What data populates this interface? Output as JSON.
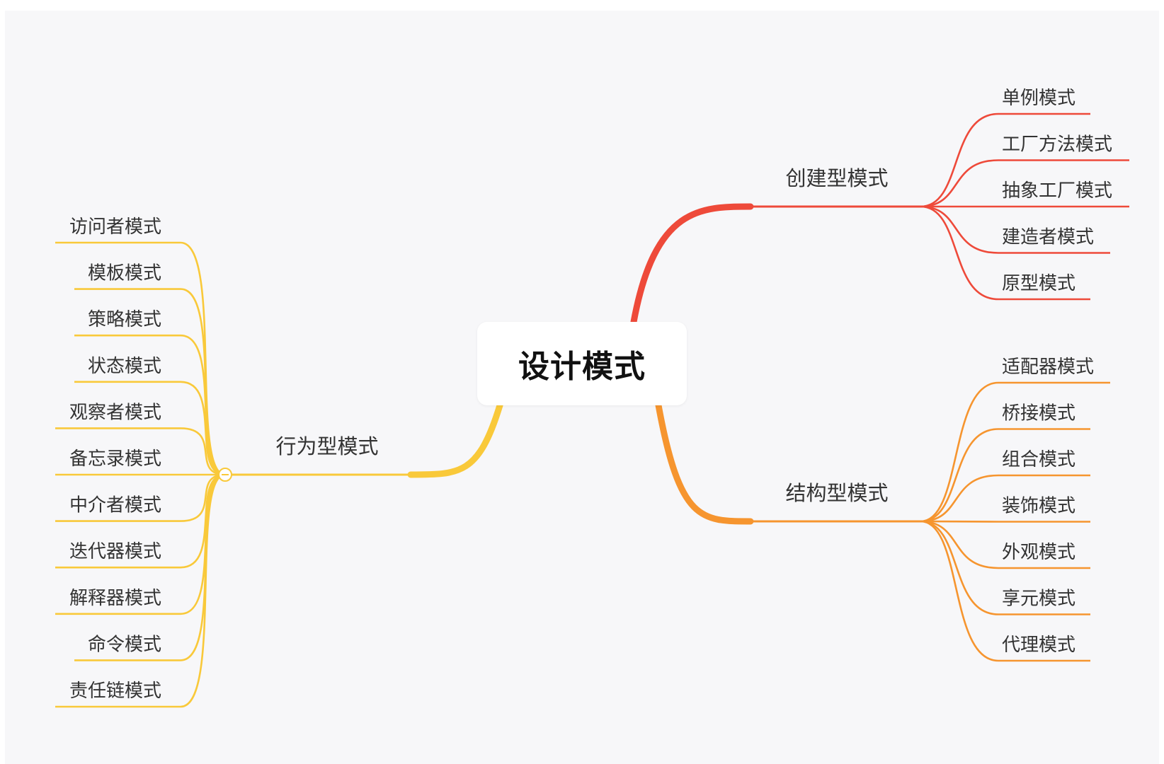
{
  "root": {
    "label": "设计模式"
  },
  "branches": [
    {
      "label": "创建型模式",
      "color": "#ee4a3a",
      "children": [
        "单例模式",
        "工厂方法模式",
        "抽象工厂模式",
        "建造者模式",
        "原型模式"
      ]
    },
    {
      "label": "结构型模式",
      "color": "#f6952f",
      "children": [
        "适配器模式",
        "桥接模式",
        "组合模式",
        "装饰模式",
        "外观模式",
        "享元模式",
        "代理模式"
      ]
    },
    {
      "label": "行为型模式",
      "color": "#f9c93a",
      "children": [
        "访问者模式",
        "模板模式",
        "策略模式",
        "状态模式",
        "观察者模式",
        "备忘录模式",
        "中介者模式",
        "迭代器模式",
        "解释器模式",
        "命令模式",
        "责任链模式"
      ]
    }
  ]
}
